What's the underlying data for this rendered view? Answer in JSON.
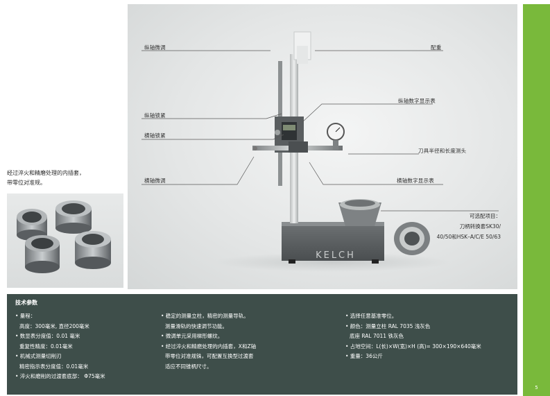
{
  "labels": {
    "zongzhou_weitiao": "纵轴微调",
    "peizhong": "配重",
    "zongzhou_shuzi": "纵轴数字显示表",
    "zongzhou_suojin": "纵轴锁紧",
    "hengzhou_suojin": "横轴锁紧",
    "daoju": "刀具半径和长度测头",
    "hengzhou_weitiao": "横轴微调",
    "hengzhou_shuzi": "横轴数字显示表"
  },
  "optional": {
    "line1": "可选配项目：",
    "line2": "刀柄转换套SK30/",
    "line3": "40/50和HSK–A/C/E 50/63"
  },
  "brand": "KELCH",
  "insert_caption": {
    "line1": "经过淬火和精磨处理的内插套，",
    "line2": "带零位对准规。"
  },
  "specs": {
    "title": "技术参数",
    "col1": [
      "• 量程：",
      "  高度：300毫米, 直径200毫米",
      "• 数显表分度值：0.01 毫米",
      "  重复性精度：0.01毫米",
      "• 机械式测量切削刃",
      "  精密指示表分度值：0.01毫米",
      "• 淬火和磨削的过渡套底部：  Φ75毫米"
    ],
    "col2": [
      "• 稳定的测量立柱，精密的测量导轨。",
      "  测量滑轨的快速调节功能。",
      "• 微调单元采用梯形螺纹。",
      "• 经过淬火和精磨处理的内插套，X和Z轴",
      "  带零位对准规铢，可配置互换型过渡套",
      "  适应不同锥柄尺寸。"
    ],
    "col3": [
      "• 选择任意基准零位。",
      "• 颜色：测量立柱 RAL 7035 浅灰色",
      "        底座      RAL 7011 铁灰色",
      "• 占地空间：L(长)×W(宽)×H (高)= 300×190×640毫米",
      "• 重量：36公斤"
    ]
  },
  "page_number": "5",
  "colors": {
    "green": "#79b93b",
    "spec_bg": "#3e4e4a"
  }
}
